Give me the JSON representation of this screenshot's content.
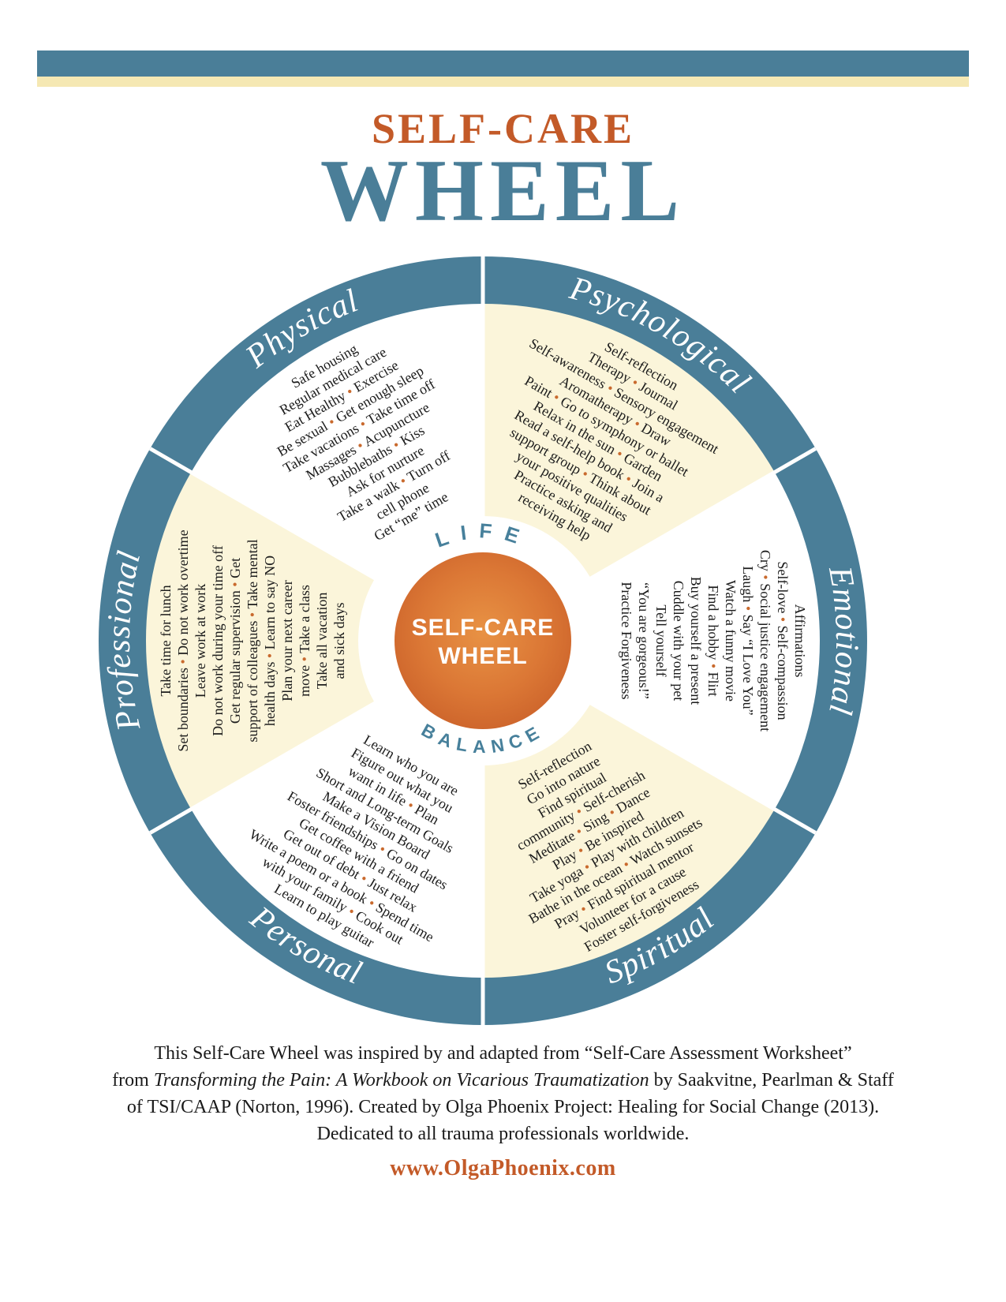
{
  "header": {
    "title_small": "SELF-CARE",
    "title_large": "WHEEL"
  },
  "center": {
    "line1": "SELF-CARE",
    "line2": "WHEEL",
    "top_arc": "LIFE",
    "bottom_arc": "BALANCE"
  },
  "segments": [
    {
      "name": "Physical",
      "lines": [
        "Safe housing",
        "Regular medical care",
        "Eat Healthy • Exercise",
        "Be sexual • Get enough sleep",
        "Take vacations • Take time off",
        "Massages • Acupuncture",
        "Bubblebaths • Kiss",
        "Ask for nurture",
        "Take a walk • Turn off",
        "cell phone",
        "Get “me” time"
      ]
    },
    {
      "name": "Psychological",
      "lines": [
        "Self-reflection",
        "Therapy • Journal",
        "Self-awareness • Sensory engagement",
        "Aromatherapy • Draw",
        "Paint • Go to symphony or ballet",
        "Relax in the sun • Garden",
        "Read a self-help book • Join a",
        "support group • Think about",
        "your positive qualities",
        "Practice asking and",
        "receiving help"
      ]
    },
    {
      "name": "Emotional",
      "lines": [
        "Affirmations",
        "Self-love • Self-compassion",
        "Cry • Social justice engagement",
        "Laugh • Say “I Love You”",
        "Watch a funny movie",
        "Find a hobby • Flirt",
        "Buy yourself a present",
        "Cuddle with your pet",
        "Tell yourself",
        "“You are gorgeous!”",
        "Practice Forgiveness"
      ]
    },
    {
      "name": "Spiritual",
      "lines": [
        "Self-reflection",
        "Go into nature",
        "Find spiritual",
        "community • Self-cherish",
        "Meditate • Sing • Dance",
        "Play • Be inspired",
        "Take yoga • Play with children",
        "Bathe in the ocean • Watch sunsets",
        "Pray • Find spiritual mentor",
        "Volunteer for a cause",
        "Foster self-forgiveness"
      ]
    },
    {
      "name": "Personal",
      "lines": [
        "Learn who you are",
        "Figure out what you",
        "want in life • Plan",
        "Short and Long-term Goals",
        "Make a Vision Board",
        "Foster friendships • Go on dates",
        "Get coffee with a friend",
        "Get out of debt • Just relax",
        "Write a poem or a book • Spend time",
        "with your family • Cook out",
        "Learn to play guitar"
      ]
    },
    {
      "name": "Professional",
      "lines": [
        "Take time for lunch",
        "Set boundaries • Do not work overtime",
        "Leave work at work",
        "Do not work during your time off",
        "Get regular supervision • Get",
        "support of colleagues • Take mental",
        "health days • Learn to say NO",
        "Plan your next career",
        "move • Take a class",
        "Take all vacation",
        "and sick days"
      ]
    }
  ],
  "footer": {
    "line1": "This Self-Care Wheel was inspired by and adapted from “Self-Care Assessment Worksheet”",
    "line2_prefix": "from ",
    "line2_italic": "Transforming the Pain: A Workbook on Vicarious Traumatization",
    "line2_suffix": " by Saakvitne, Pearlman & Staff",
    "line3": "of TSI/CAAP (Norton, 1996). Created by Olga Phoenix Project: Healing for Social Change (2013).",
    "line4": "Dedicated to all trauma professionals worldwide.",
    "url": "www.OlgaPhoenix.com"
  },
  "colors": {
    "teal": "#4A7E98",
    "cream_strip": "#F5E8B3",
    "segment_cream": "#FBF5DA",
    "orange": "#C96A2E"
  }
}
